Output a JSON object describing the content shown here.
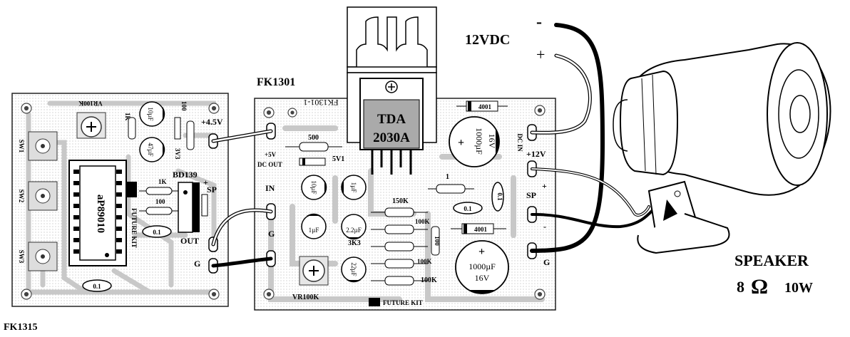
{
  "boards": {
    "fk1315": {
      "title": "FK1315"
    },
    "fk1301": {
      "title": "FK1301",
      "silk": "FK1301-1"
    }
  },
  "power": {
    "label": "12VDC",
    "minus": "-",
    "plus": "+"
  },
  "speaker": {
    "line1": "SPEAKER",
    "ohm_value": "8",
    "ohm_symbol": "Ω",
    "watt": "10W"
  },
  "ic": {
    "line1": "TDA",
    "line2": "2030A"
  },
  "fk1315_parts": {
    "vr": "VR100K",
    "chip": "aP89010",
    "sw1": "SW1",
    "sw2": "SW2",
    "sw3": "SW3",
    "bd": "BD139",
    "v45": "+4.5V",
    "out": "OUT",
    "g": "G",
    "sp": "SP",
    "r1k": "1K",
    "r100": "100",
    "c01a": "0.1",
    "c01b": "0.1",
    "c10u": "10µF",
    "c47u": "47µF",
    "z3v3": "3V3",
    "r100b": "100",
    "rk": "1K",
    "plus": "+",
    "minus": "-",
    "logo": "FUTURE KIT"
  },
  "fk1301_parts": {
    "p5v": "+5V",
    "dcout": "DC OUT",
    "r500": "500",
    "z5v1": "5V1",
    "in": "IN",
    "g1": "G",
    "c10u": "10µF",
    "c1u_a": "1µF",
    "c1u_b": "1µF",
    "c22u_a": "2.2µF",
    "c22u_b": "22µF",
    "r3k3": "3K3",
    "r150k": "150K",
    "r100k_a": "100K",
    "r100k_b": "100K",
    "r100k_c": "100K",
    "r1": "1",
    "c01_a": "0.1",
    "c01_b": "0.1",
    "d4001_a": "4001",
    "d4001_b": "4001",
    "r100": "100",
    "c1000_a": "1000µF",
    "c16v_a": "16V",
    "c1000_b": "1000µF",
    "c16v_b": "16V",
    "dcin": "DC IN",
    "p12v": "+12V",
    "sp": "SP",
    "spplus": "+",
    "spminus": "-",
    "g2": "G",
    "vr": "VR100K",
    "logo": "FUTURE KIT"
  }
}
